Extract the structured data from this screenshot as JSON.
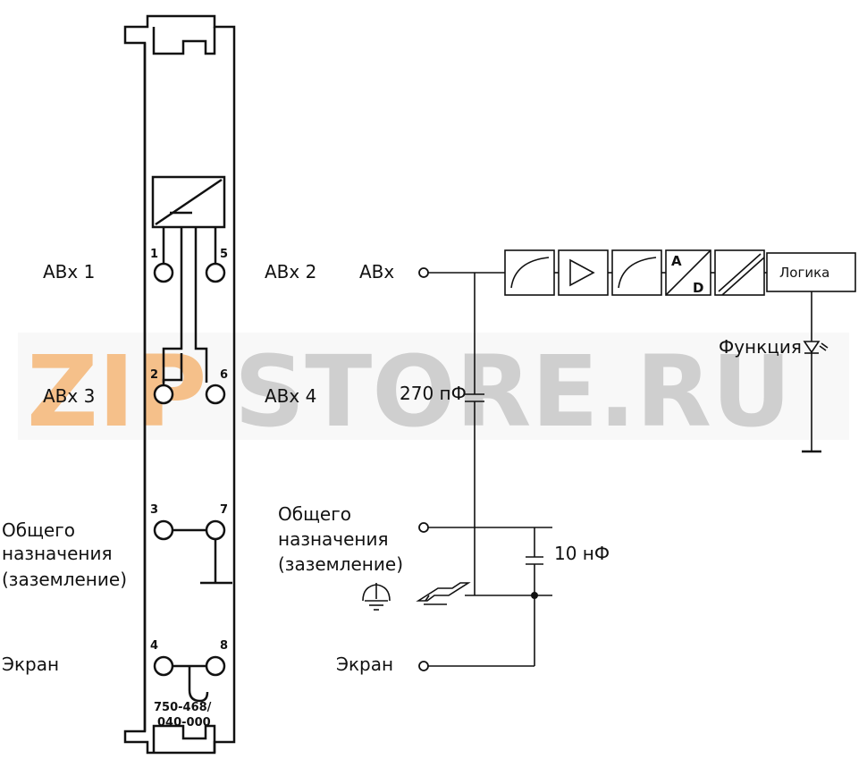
{
  "watermark": {
    "zip": "ZIP",
    "rest": "STORE.RU",
    "zip_color": "#f5c08a",
    "rest_color": "#c8c8c8"
  },
  "module": {
    "part_number_line1": "750-468/",
    "part_number_line2": "040-000",
    "pins": {
      "p1": "1",
      "p5": "5",
      "p2": "2",
      "p6": "6",
      "p3": "3",
      "p7": "7",
      "p4": "4",
      "p8": "8"
    }
  },
  "left_labels": {
    "abx1": "АВх 1",
    "abx2": "АВх 2",
    "abx3": "АВх 3",
    "abx4": "АВх 4",
    "common_line1": "Общего",
    "common_line2": "назначения",
    "common_line3": "(заземление)",
    "shield": "Экран"
  },
  "schematic": {
    "input_label": "АВх",
    "cap_270": "270 пФ",
    "cap_10": "10 нФ",
    "common_line1": "Общего",
    "common_line2": "назначения",
    "common_line3": "(заземление)",
    "shield": "Экран",
    "logic": "Логика",
    "function": "Функция",
    "adc_a": "A",
    "adc_d": "D"
  },
  "colors": {
    "line": "#111111",
    "module_fill": "#ffffff"
  }
}
